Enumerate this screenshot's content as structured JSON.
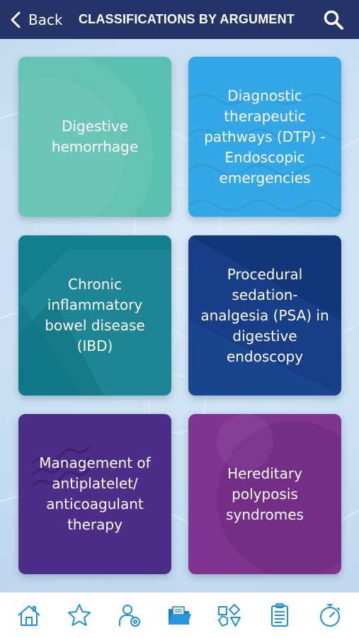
{
  "header": {
    "back_label": "Back",
    "title": "CLASSIFICATIONS BY ARGUMENT",
    "search_icon": "search-icon"
  },
  "tiles": [
    {
      "label": "Digestive hemorrhage",
      "color": "#5cc0b0"
    },
    {
      "label": "Diagnostic therapeutic pathways (DTP) - Endoscopic emergencies",
      "color": "#34a8e6"
    },
    {
      "label": "Chronic inflammatory bowel disease (IBD)",
      "color": "#127f8f"
    },
    {
      "label": "Procedural sedation-analgesia (PSA) in digestive endoscopy",
      "color": "#173e86"
    },
    {
      "label": "Management of antiplatelet/ anticoagulant therapy",
      "color": "#4c2d87"
    },
    {
      "label": "Hereditary polyposis syndromes",
      "color": "#7f3590"
    }
  ],
  "nav": {
    "items": [
      "home-icon",
      "star-icon",
      "user-settings-icon",
      "folder-icon",
      "shapes-icon",
      "clipboard-icon",
      "stopwatch-icon"
    ],
    "active": "folder-icon",
    "icon_color": "#1f8fd6",
    "active_color": "#1d7fc6"
  },
  "colors": {
    "header_bg": "#253468",
    "background": "#cfe3f4"
  }
}
